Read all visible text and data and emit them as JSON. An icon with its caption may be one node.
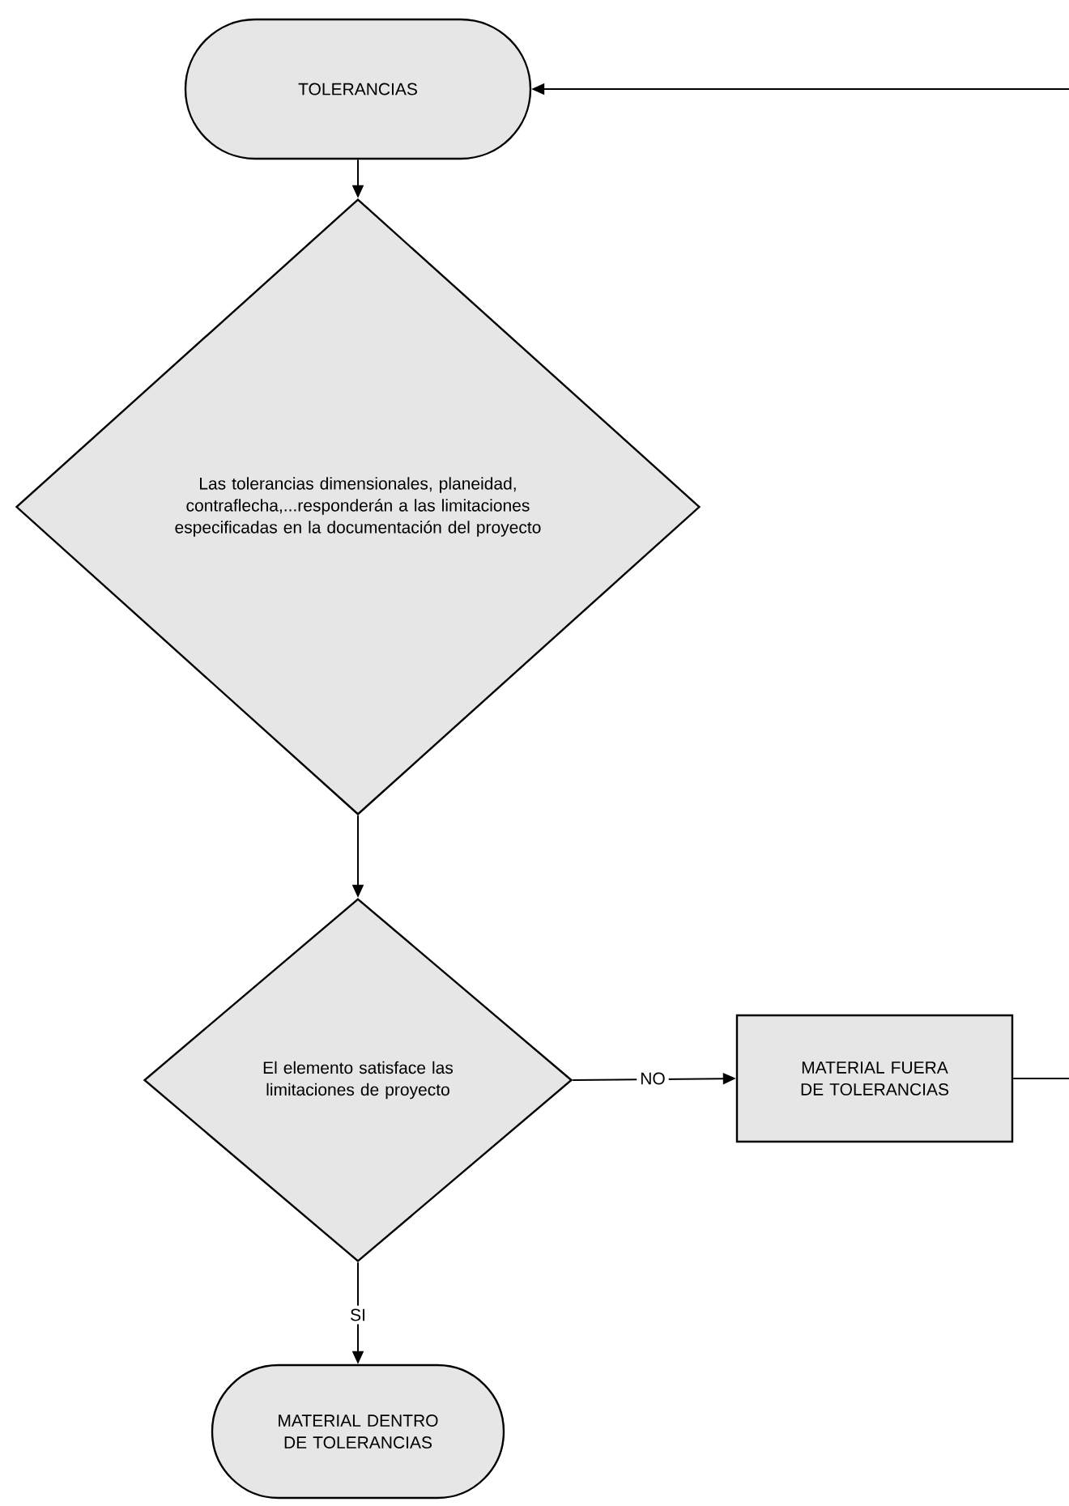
{
  "diagram": {
    "nodes": [
      {
        "text": [
          "TOLERANCIAS"
        ]
      },
      {
        "text": [
          "Las tolerancias dimensionales, planeidad, contraflecha,...responderán a las limitaciones especificadas en la documentación del proyecto"
        ]
      },
      {
        "text": [
          "El elemento satisface las limitaciones de proyecto"
        ]
      },
      {
        "text": [
          "MATERIAL FUERA DE TOLERANCIAS"
        ]
      },
      {
        "text": [
          "MATERIAL DENTRO DE TOLERANCIAS"
        ]
      }
    ],
    "edges": [
      {
        "from": 0,
        "to": 1,
        "arrow": "to"
      },
      {
        "from": 1,
        "to": 2,
        "arrow": "to"
      },
      {
        "from": 2,
        "to": 3,
        "arrow": "to",
        "label": "NO"
      },
      {
        "from": 2,
        "to": 4,
        "arrow": "to",
        "label": "SI"
      },
      {
        "from": 3,
        "to": null,
        "arrow": "none"
      },
      {
        "from": null,
        "to": 0,
        "arrow": "to"
      }
    ]
  }
}
